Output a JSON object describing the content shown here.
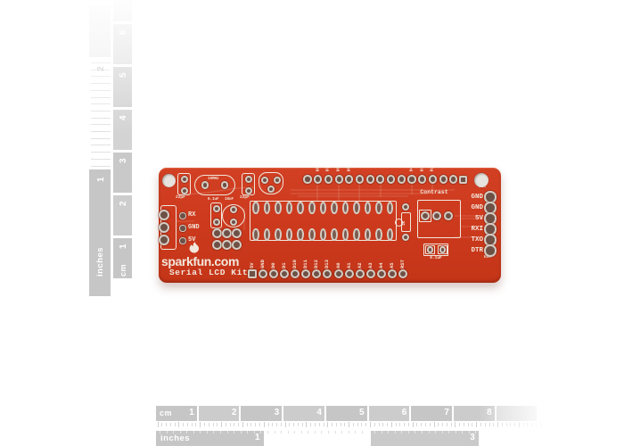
{
  "pcb": {
    "brand": "sparkfun.com",
    "title": "Serial LCD Kit",
    "silkscreen": {
      "cap1": "22pF",
      "crystal": "16MHz",
      "cap2": "22pF",
      "cap3": "0.1uF",
      "cap4": "10uF",
      "bypass_cap": "0.1uF",
      "resistor": "1K",
      "contrast": "Contrast"
    },
    "left_pins": [
      "RX",
      "GND",
      "5V"
    ],
    "top_pins_left": [
      "D8",
      "D7",
      "D6",
      "D5"
    ],
    "top_pins_right": [
      "D4",
      "D3",
      "D2"
    ],
    "right_pins": [
      "GND",
      "GND",
      "5V",
      "RXI",
      "TXO",
      "DTR"
    ],
    "right_pin_top": "BLK",
    "right_pin_bottom": "GRN",
    "bottom_pins": [
      "5V",
      "GND",
      "D0",
      "D1",
      "D10",
      "D11",
      "D12",
      "D13",
      "A0",
      "A1",
      "A2",
      "A3",
      "A4",
      "A5",
      "RST"
    ],
    "colors": {
      "board_red": "#cd3a1e",
      "silkscreen_white": "#f2e7dc",
      "pad_ring": "#d4ccc4",
      "hole_dark": "#6e5146",
      "ruler_gray": "#c6c6c6"
    }
  },
  "rulers": {
    "left": {
      "unit_cm": "cm",
      "unit_inches": "inches",
      "cm_numbers": [
        "1",
        "2",
        "3",
        "4",
        "5",
        "6"
      ],
      "inch_numbers": [
        "1",
        "2"
      ]
    },
    "bottom": {
      "unit_cm": "cm",
      "unit_inches": "inches",
      "cm_numbers": [
        "1",
        "2",
        "3",
        "4",
        "5",
        "6",
        "7",
        "8"
      ],
      "inch_numbers": [
        "1",
        "3"
      ]
    }
  }
}
